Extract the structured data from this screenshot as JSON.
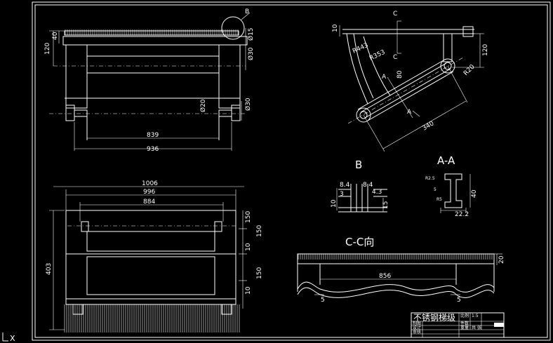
{
  "labels": {
    "callout_b": "B",
    "cut_c_top": "C",
    "cut_c_bottom": "C",
    "cut_a_top": "A",
    "cut_a_bottom": "A",
    "detail_b": "B",
    "section_aa": "A-A",
    "view_cc": "C-C向"
  },
  "dims": {
    "top_h40": "40",
    "top_h120": "120",
    "top_d15": "Ø15",
    "top_d30a": "Ø30",
    "top_d20": "Ø20",
    "top_d30b": "Ø30",
    "top_w839": "839",
    "top_w936": "936",
    "bot_w1006": "1006",
    "bot_w996": "996",
    "bot_w884": "884",
    "bot_h403": "403",
    "bot_v150a": "150",
    "bot_v150b": "150",
    "bot_v150c": "150",
    "bot_v10a": "10",
    "bot_v10b": "10",
    "side_10": "10",
    "side_120": "120",
    "side_r20": "R20",
    "side_r353": "R353",
    "side_r443": "R443",
    "side_80": "80",
    "side_340": "340",
    "b_84a": "8.4",
    "b_84b": "8.4",
    "b_3": "3",
    "b_43": "4.3",
    "b_10": "10",
    "b_15": "15",
    "aa_r25": "R2.5",
    "aa_5a": "5",
    "aa_40": "40",
    "aa_r5": "R5",
    "aa_22": "22.2",
    "cc_20": "20",
    "cc_856": "856",
    "cc_5a": "5",
    "cc_5b": "5"
  },
  "title_block": {
    "title": "不锈钢梯级",
    "r1": "制图",
    "r2": "设计",
    "r3": "审核",
    "ratio_label": "比例",
    "ratio_value": "1:5",
    "qty_label": "件数",
    "sheet": "共 张",
    "material": "重量"
  },
  "ucs": {
    "x": "X"
  }
}
